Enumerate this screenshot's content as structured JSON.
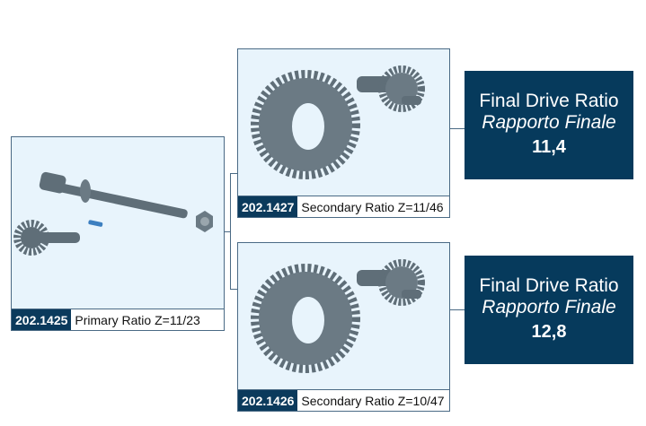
{
  "primary": {
    "code": "202.1425",
    "desc": "Primary Ratio Z=11/23"
  },
  "secondary": [
    {
      "code": "202.1427",
      "desc": "Secondary Ratio Z=11/46",
      "final_title": "Final Drive Ratio",
      "final_subtitle": "Rapporto Finale",
      "final_value": "11,4"
    },
    {
      "code": "202.1426",
      "desc": "Secondary Ratio Z=10/47",
      "final_title": "Final Drive Ratio",
      "final_subtitle": "Rapporto Finale",
      "final_value": "12,8"
    }
  ],
  "colors": {
    "navy": "#063a5c",
    "panel": "#e8f4fc",
    "gear": "#5f6e78"
  }
}
